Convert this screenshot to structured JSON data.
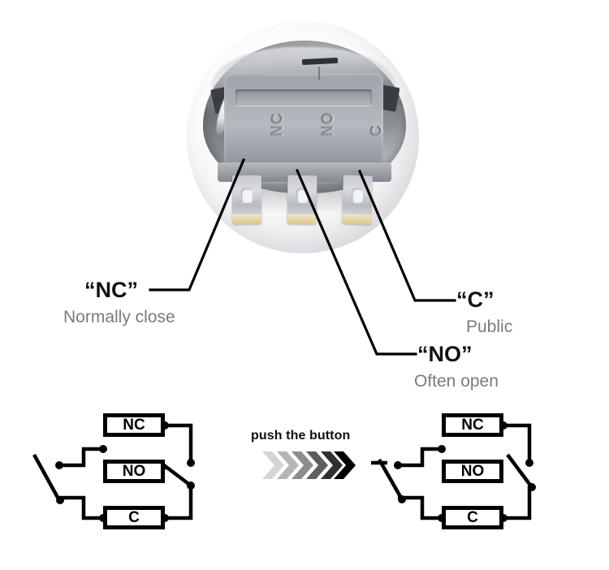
{
  "photo": {
    "name": "micro-switch-terminal-photo",
    "embossed_labels": [
      "NC",
      "NO",
      "C"
    ],
    "terminal_count": 3
  },
  "callouts": [
    {
      "id": "nc",
      "code": "“NC”",
      "desc": "Normally close"
    },
    {
      "id": "c",
      "code": "“C”",
      "desc": "Public"
    },
    {
      "id": "no",
      "code": "“NO”",
      "desc": "Often open"
    }
  ],
  "push": {
    "label": "push the button",
    "chevron_colors": [
      "#d5d5d5",
      "#b5b5b5",
      "#8c8c8c",
      "#5e5e5e",
      "#303030",
      "#000000"
    ]
  },
  "circuits": {
    "left": {
      "name": "switch-released-state",
      "boxes": {
        "nc": "NC",
        "no": "NO",
        "c": "C"
      },
      "state": "released",
      "closed_path": "C-to-NC"
    },
    "right": {
      "name": "switch-pressed-state",
      "boxes": {
        "nc": "NC",
        "no": "NO",
        "c": "C"
      },
      "state": "pressed",
      "closed_path": "C-to-NO"
    }
  },
  "colors": {
    "code_text": "#111111",
    "desc_text": "#7b7b7b",
    "line": "#000000",
    "background": "#ffffff"
  }
}
